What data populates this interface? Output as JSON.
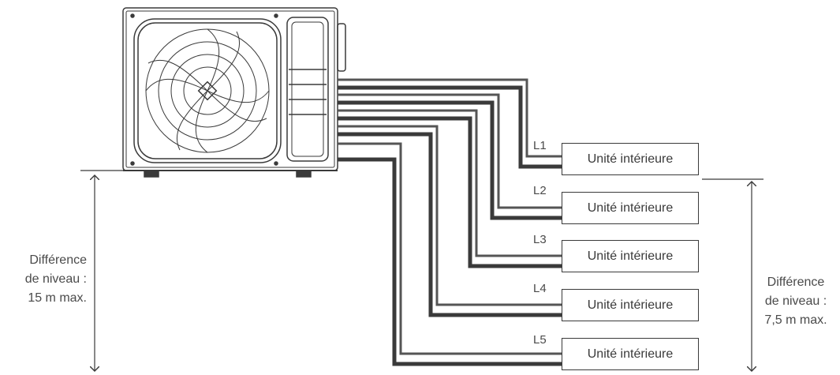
{
  "indoor_units": [
    {
      "line": "L1",
      "label": "Unité intérieure"
    },
    {
      "line": "L2",
      "label": "Unité intérieure"
    },
    {
      "line": "L3",
      "label": "Unité intérieure"
    },
    {
      "line": "L4",
      "label": "Unité intérieure"
    },
    {
      "line": "L5",
      "label": "Unité intérieure"
    }
  ],
  "left_note": {
    "line1": "Différence",
    "line2": "de niveau :",
    "line3": "15 m max."
  },
  "right_note": {
    "line1": "Différence",
    "line2": "de niveau :",
    "line3": "7,5 m max."
  },
  "colors": {
    "stroke": "#3a3a3a",
    "pipe_dark": "#555555",
    "text": "#4a4a4a"
  }
}
